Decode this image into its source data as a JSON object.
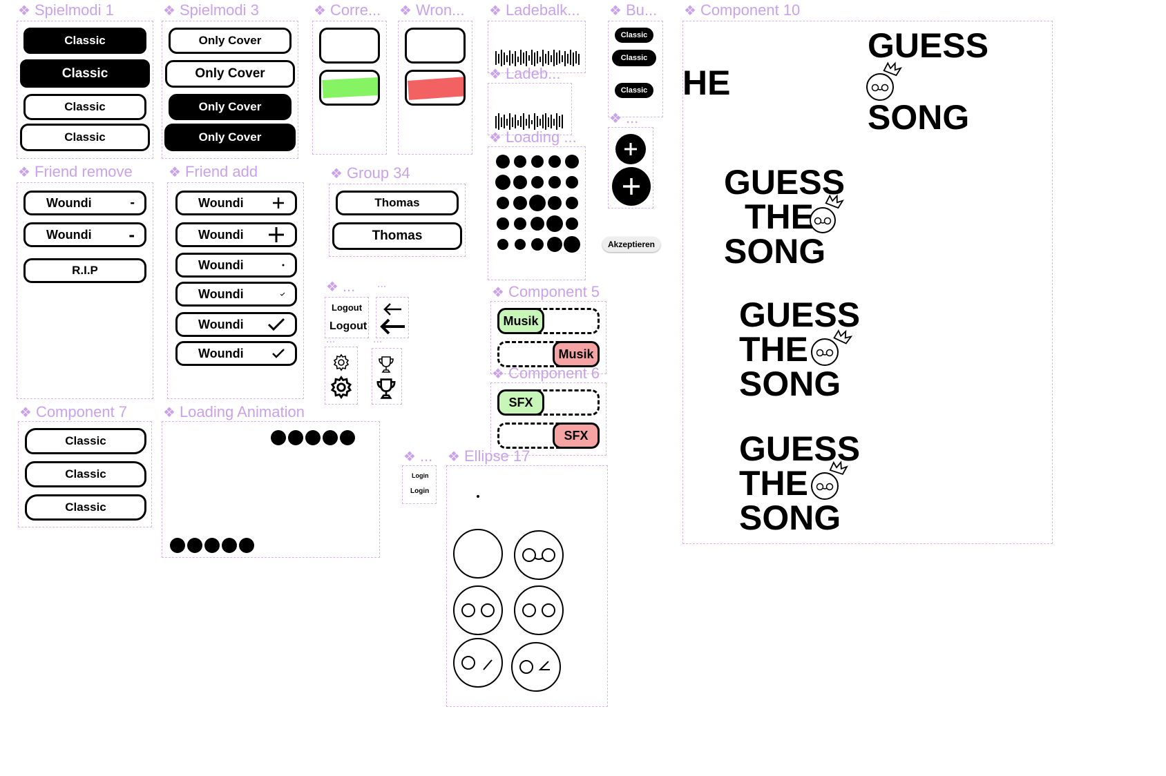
{
  "frames": {
    "spielmodi1": "Spielmodi 1",
    "spielmodi3": "Spielmodi 3",
    "correct": "Corre...",
    "wrong": "Wron...",
    "ladebalken": "Ladebalk...",
    "ladeb2": "Ladeb...",
    "loading": "Loading ...",
    "buttons": "Bu...",
    "ellipsis": "...",
    "component10": "Component 10",
    "friend_remove": "Friend remove",
    "friend_add": "Friend add",
    "group34": "Group 34",
    "component5": "Component 5",
    "component6": "Component 6",
    "component7": "Component 7",
    "loading_animation": "Loading Animation",
    "ellipse17": "Ellipse 17"
  },
  "spielmodi1": {
    "buttons": [
      "Classic",
      "Classic",
      "Classic",
      "Classic"
    ]
  },
  "spielmodi3": {
    "buttons": [
      "Only Cover",
      "Only Cover",
      "Only Cover",
      "Only Cover"
    ]
  },
  "friend_remove": {
    "rows": [
      {
        "name": "Woundi",
        "action": "-"
      },
      {
        "name": "Woundi",
        "action": "-"
      }
    ],
    "rip": "R.I.P"
  },
  "friend_add": {
    "rows": [
      "Woundi",
      "Woundi",
      "Woundi",
      "Woundi",
      "Woundi",
      "Woundi"
    ]
  },
  "group34": {
    "buttons": [
      "Thomas",
      "Thomas"
    ]
  },
  "logout": {
    "small": "Logout",
    "large": "Logout"
  },
  "login": {
    "small": "Login",
    "large": "Login"
  },
  "small_buttons": {
    "pills": [
      "Classic",
      "Classic",
      "Classic"
    ]
  },
  "akzeptieren": "Akzeptieren",
  "component5": {
    "on_label": "Musik",
    "off_label": "Musik"
  },
  "component6": {
    "on_label": "SFX",
    "off_label": "SFX"
  },
  "component7": {
    "buttons": [
      "Classic",
      "Classic",
      "Classic"
    ]
  },
  "component10": {
    "partial": "HE",
    "logo_words": [
      "GUESS",
      "THE",
      "SONG"
    ],
    "logo_two_words": [
      "GUESS",
      "SONG"
    ]
  },
  "colors": {
    "accent_frame": "#d8b4ee",
    "correct_green": "#7ef25a",
    "wrong_red": "#f25a5a",
    "on_green": "#c8f5b8",
    "off_red": "#f5a3a3"
  },
  "icons": [
    "plus-icon",
    "minus-icon",
    "check-icon",
    "arrow-left-icon",
    "gear-icon",
    "trophy-icon",
    "crown-icon"
  ]
}
